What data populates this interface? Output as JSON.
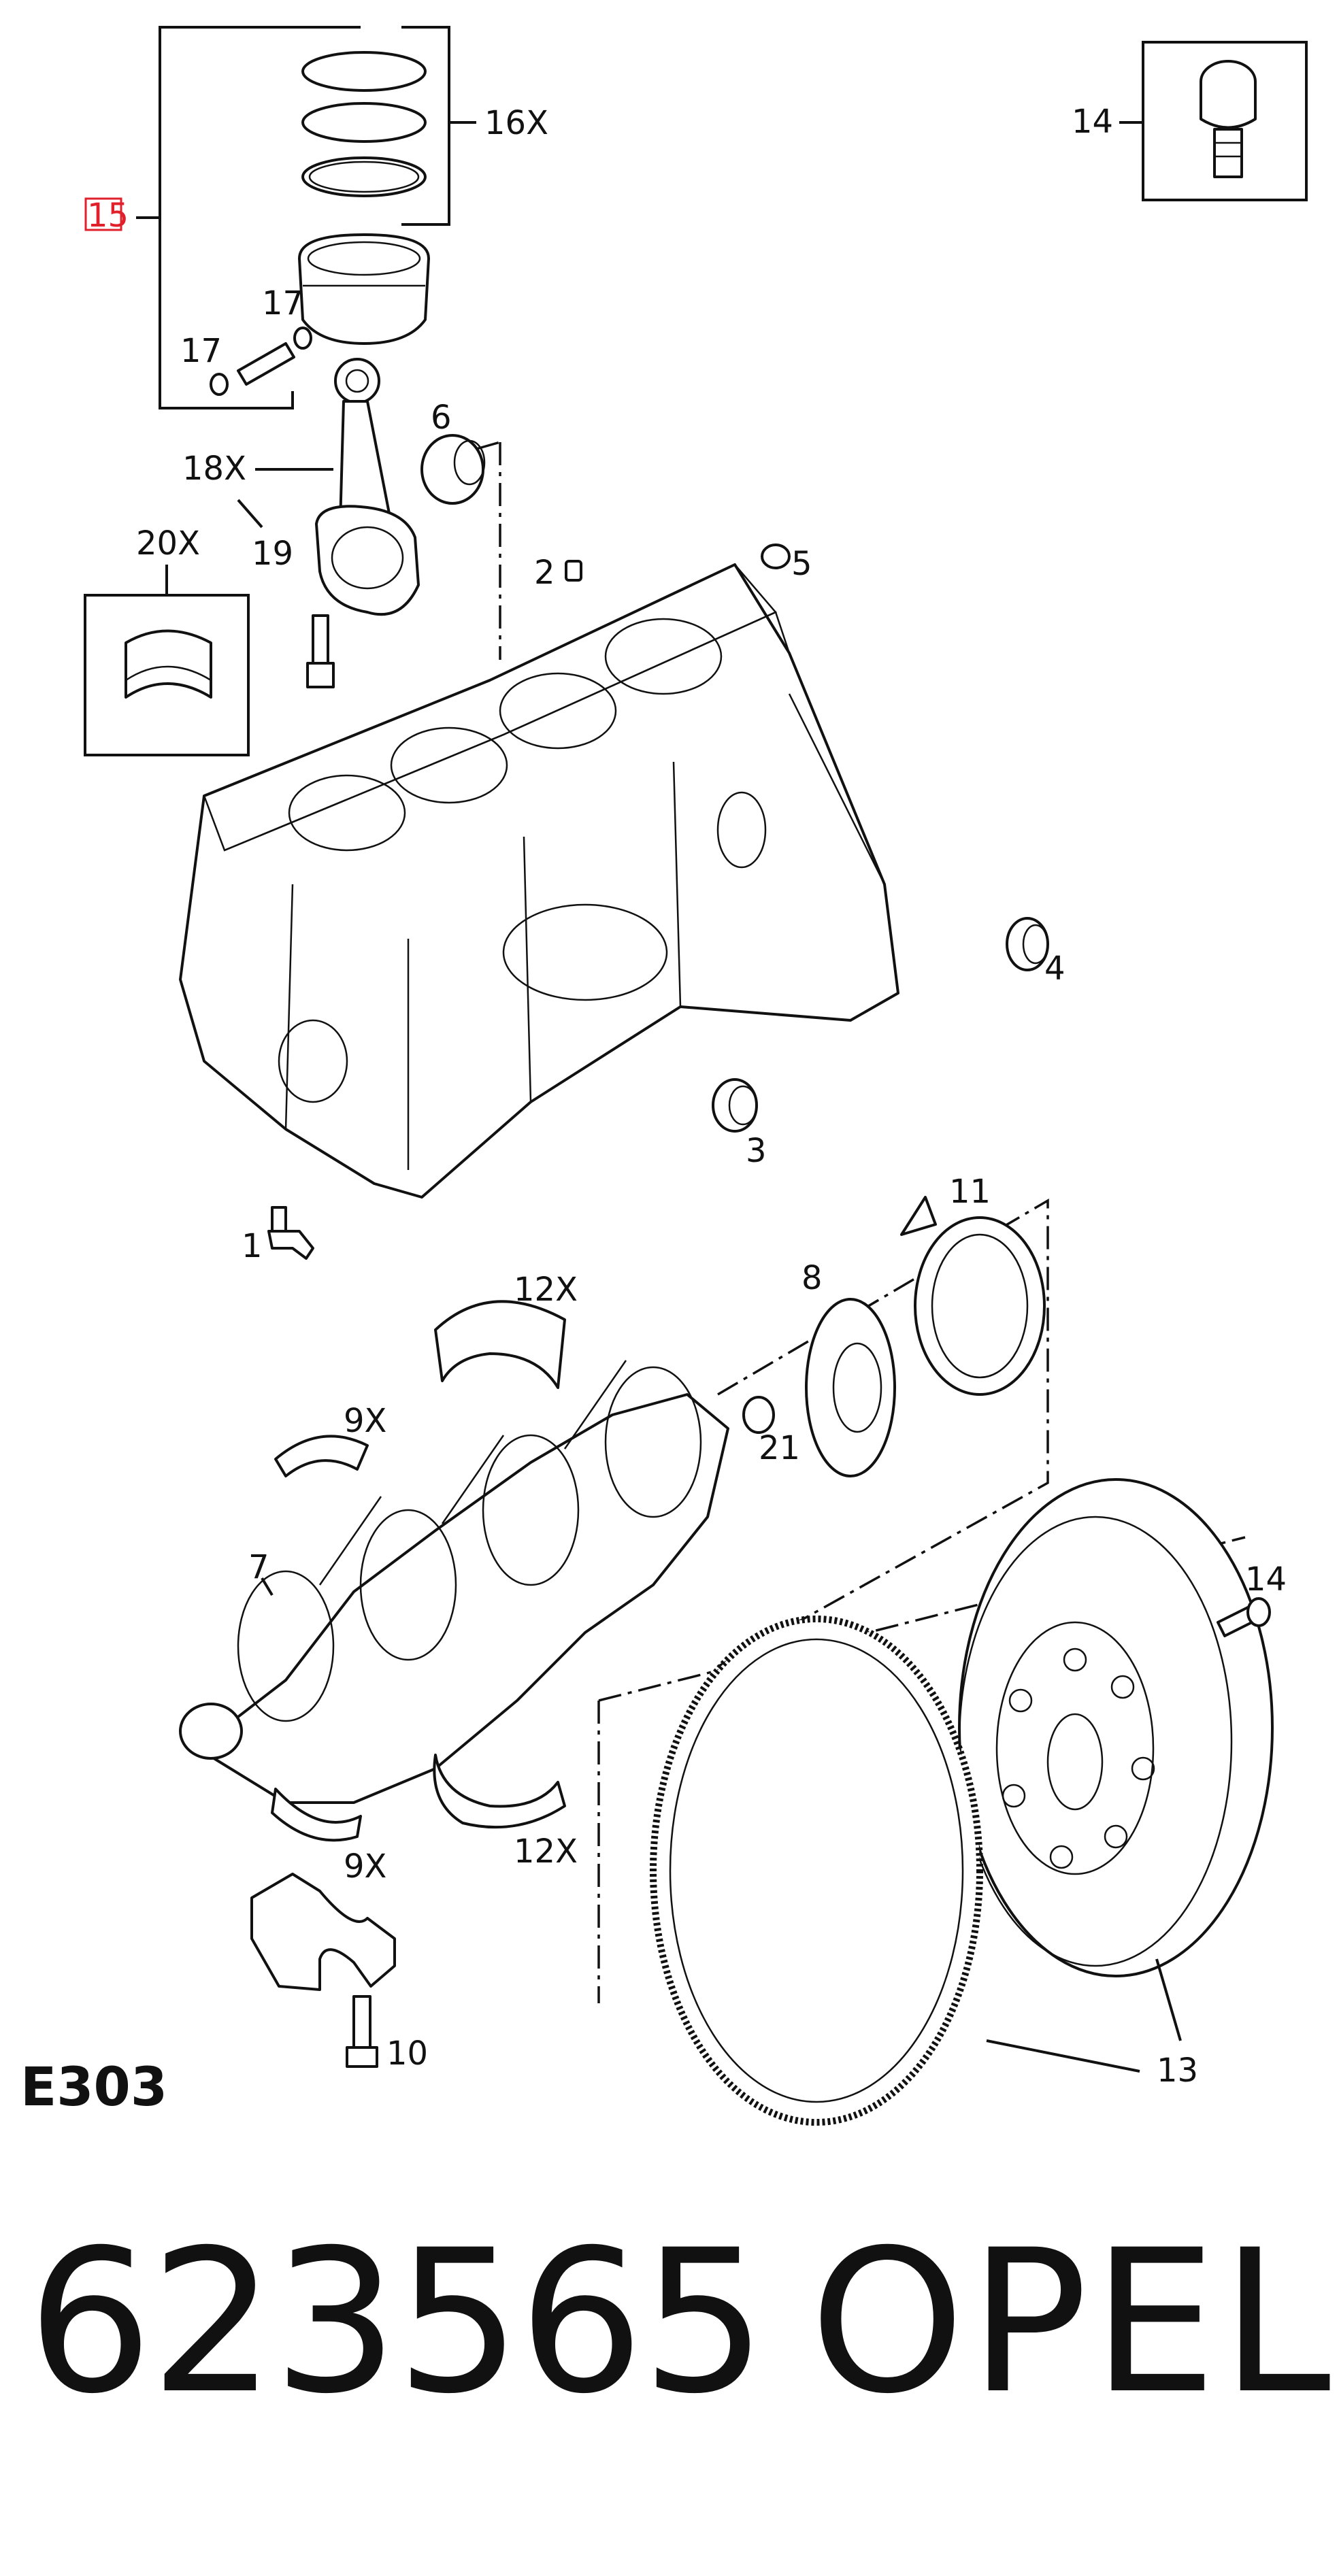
{
  "diagram": {
    "code": "E303",
    "part_number": "623565",
    "brand": "OPEL",
    "callouts": {
      "c1": "1",
      "c2": "2",
      "c3": "3",
      "c4": "4",
      "c5": "5",
      "c6": "6",
      "c7": "7",
      "c8": "8",
      "c9a": "9X",
      "c9b": "9X",
      "c10": "10",
      "c11": "11",
      "c12a": "12X",
      "c12b": "12X",
      "c13": "13",
      "c14a": "14",
      "c14b": "14",
      "c15": "15",
      "c16": "16X",
      "c17a": "17",
      "c17b": "17",
      "c18": "18X",
      "c19": "19",
      "c20": "20X",
      "c21": "21"
    },
    "highlight_color": "#e0202a"
  }
}
